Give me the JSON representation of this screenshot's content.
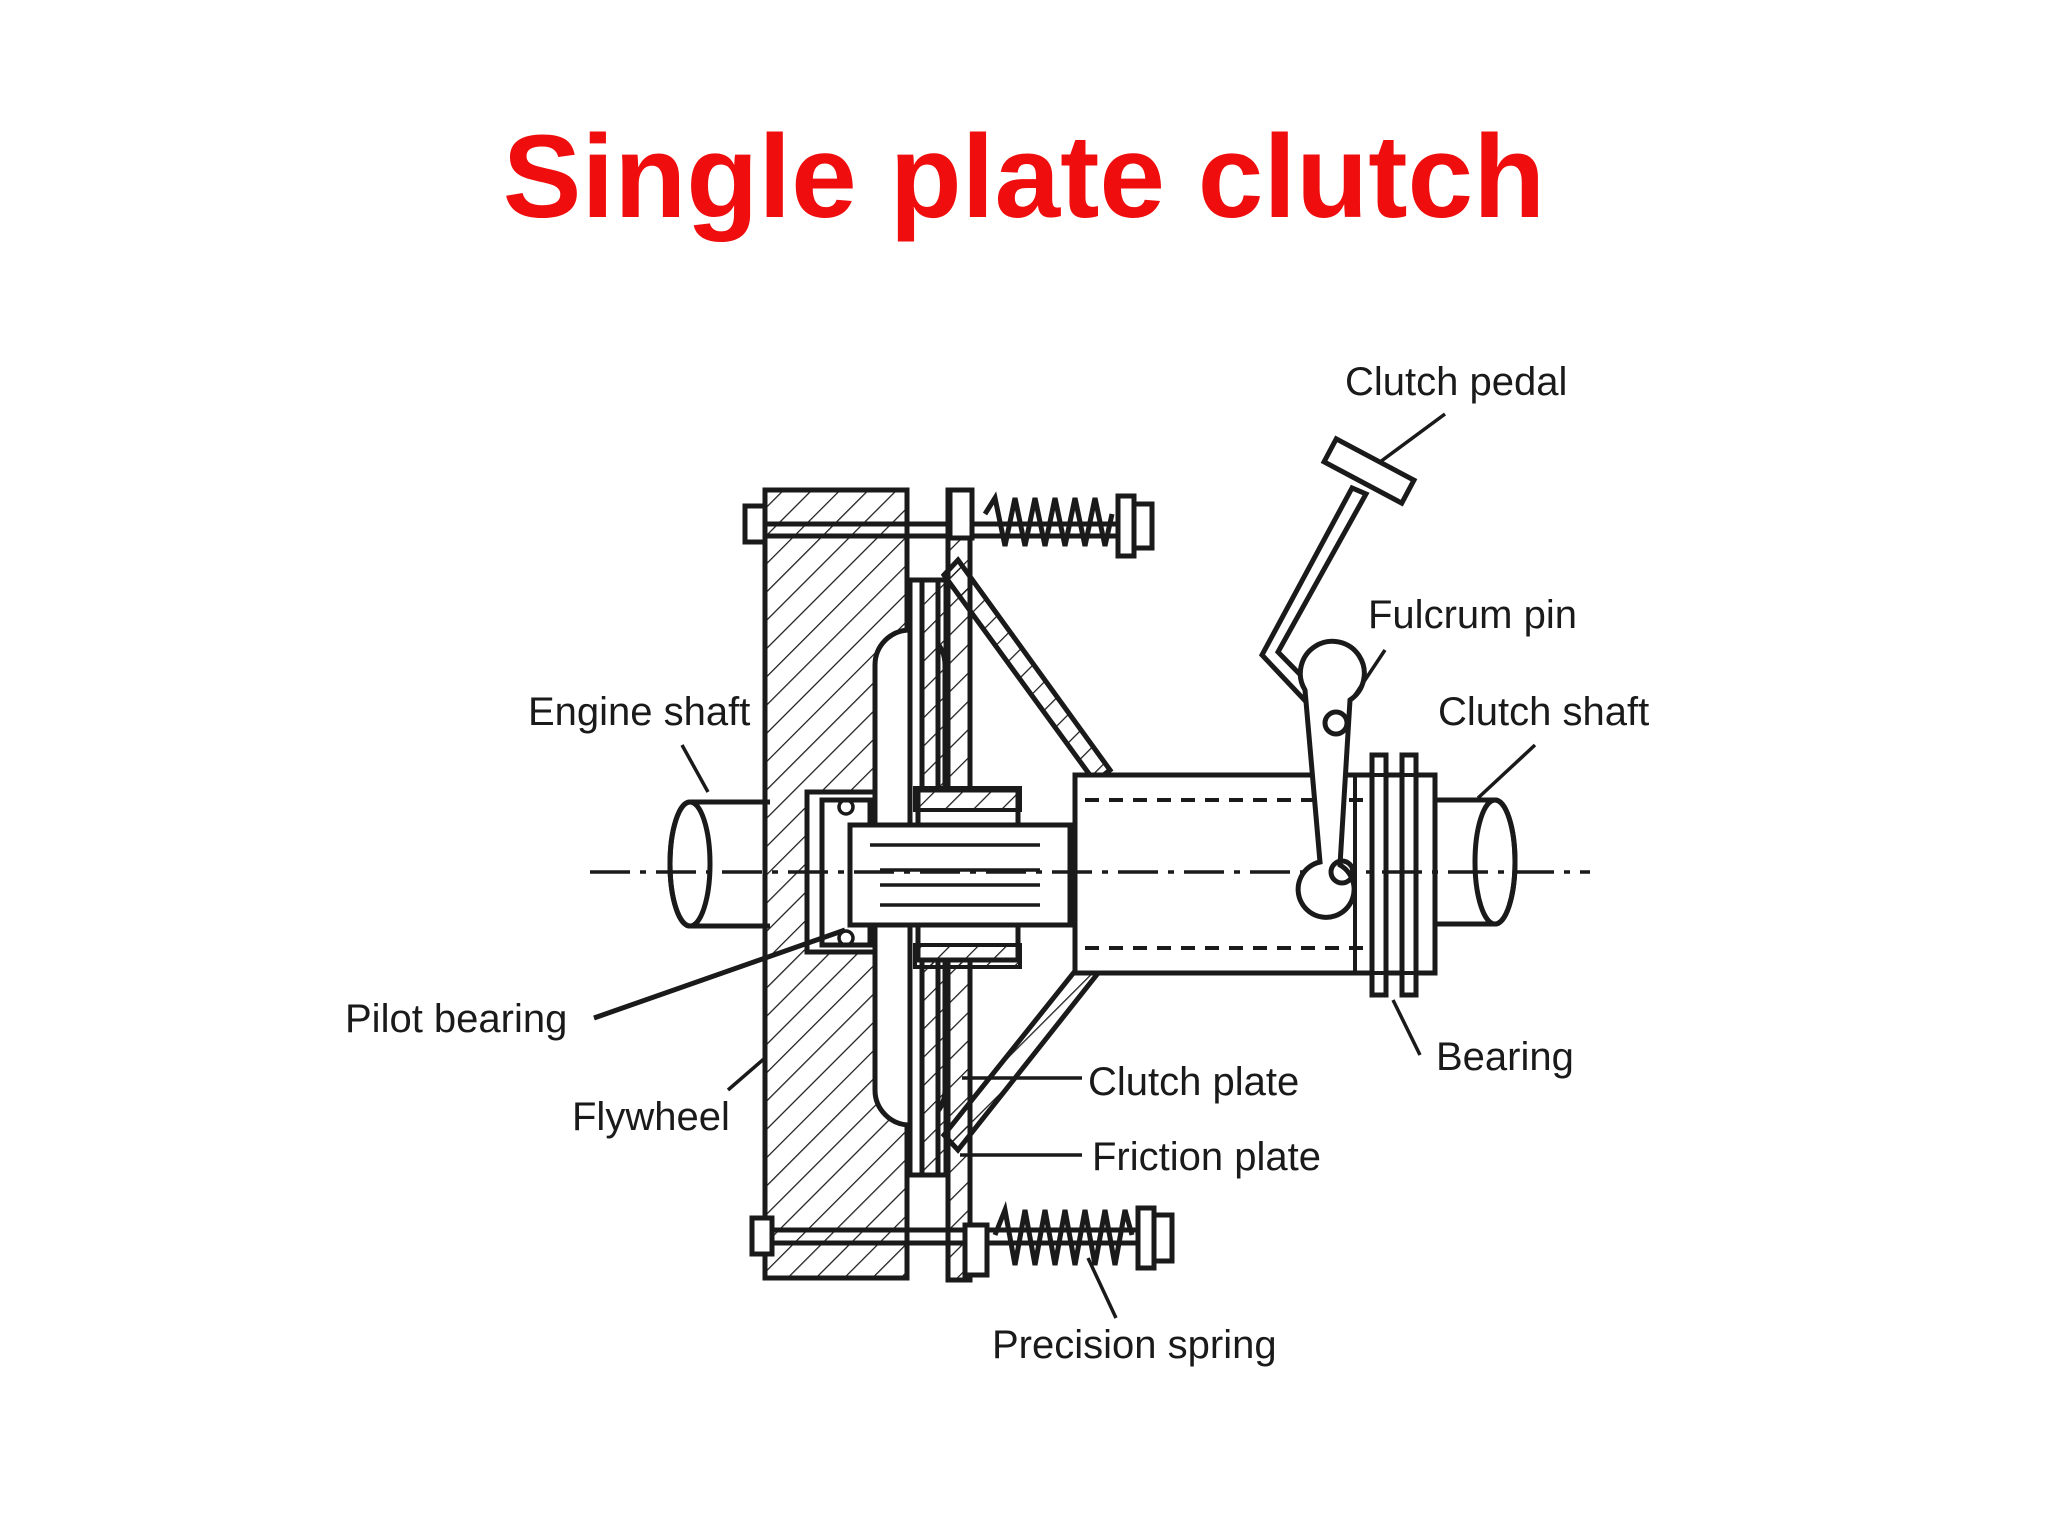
{
  "title": "Single plate clutch",
  "colors": {
    "title": "#f00d0d",
    "ink": "#1a1a1a",
    "background": "#ffffff"
  },
  "labels": {
    "clutch_pedal": "Clutch pedal",
    "fulcrum_pin": "Fulcrum pin",
    "engine_shaft": "Engine shaft",
    "clutch_shaft": "Clutch shaft",
    "pilot_bearing": "Pilot bearing",
    "flywheel": "Flywheel",
    "bearing": "Bearing",
    "clutch_plate": "Clutch plate",
    "friction_plate": "Friction plate",
    "precision_spring": "Precision spring"
  }
}
